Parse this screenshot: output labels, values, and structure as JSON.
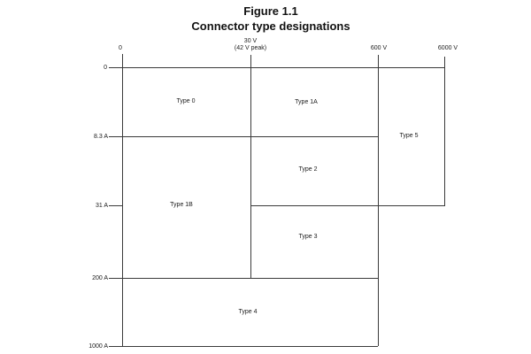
{
  "figure": {
    "title_line1": "Figure 1.1",
    "title_line2": "Connector type designations"
  },
  "axes": {
    "x_axis_meaning": "voltage",
    "y_axis_meaning": "current",
    "voltage_ticks": [
      {
        "label": "0",
        "sublabel": ""
      },
      {
        "label": "30 V",
        "sublabel": "(42 V peak)"
      },
      {
        "label": "600 V",
        "sublabel": ""
      },
      {
        "label": "6000 V",
        "sublabel": ""
      }
    ],
    "current_ticks": [
      {
        "label": "0"
      },
      {
        "label": "8.3 A"
      },
      {
        "label": "31 A"
      },
      {
        "label": "200 A"
      },
      {
        "label": "1000 A"
      }
    ]
  },
  "regions": [
    {
      "label": "Type 0",
      "voltage_range": "0 to 30 V",
      "current_range": "0 to 8.3 A"
    },
    {
      "label": "Type 1A",
      "voltage_range": "30 to 600 V",
      "current_range": "0 to 8.3 A"
    },
    {
      "label": "Type 1B",
      "voltage_range": "0 to 30 V",
      "current_range": "8.3 to 200 A"
    },
    {
      "label": "Type 2",
      "voltage_range": "30 to 600 V",
      "current_range": "8.3 to 31 A"
    },
    {
      "label": "Type 3",
      "voltage_range": "30 to 600 V",
      "current_range": "31 to 200 A"
    },
    {
      "label": "Type 4",
      "voltage_range": "0 to 600 V",
      "current_range": "200 to 1000 A"
    },
    {
      "label": "Type 5",
      "voltage_range": "600 to 6000 V",
      "current_range": "0 to 31 A"
    }
  ],
  "colors": {
    "line": "#3a3a3a",
    "text": "#1a1a1a",
    "background": "#ffffff"
  }
}
